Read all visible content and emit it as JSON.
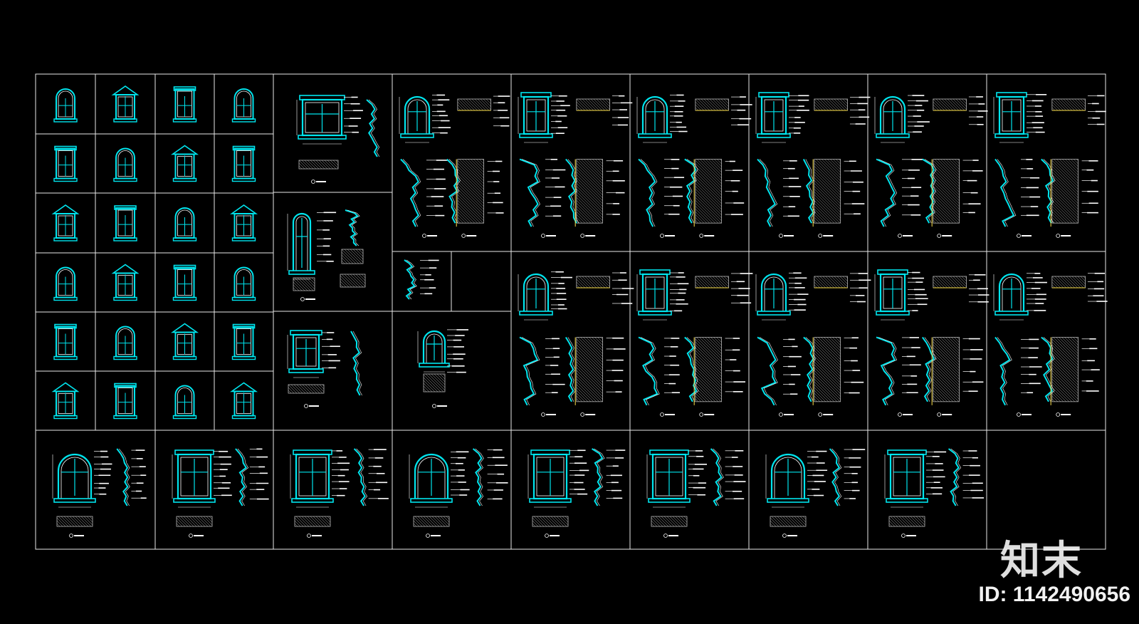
{
  "drawing": {
    "border_color": "#e8e8e8",
    "line_color": "#00e5ee",
    "detail_color": "#ffffff",
    "accent_color": "#ffe44d",
    "hatch_color": "#b8b8b8",
    "grid": {
      "catalogue_columns": 4,
      "catalogue_rows": 6,
      "detail_columns": 9,
      "main_rows": 2,
      "bottom_row_sheets": 9
    }
  },
  "watermark": {
    "logo": "知末",
    "id_text": "ID: 1142490656"
  }
}
